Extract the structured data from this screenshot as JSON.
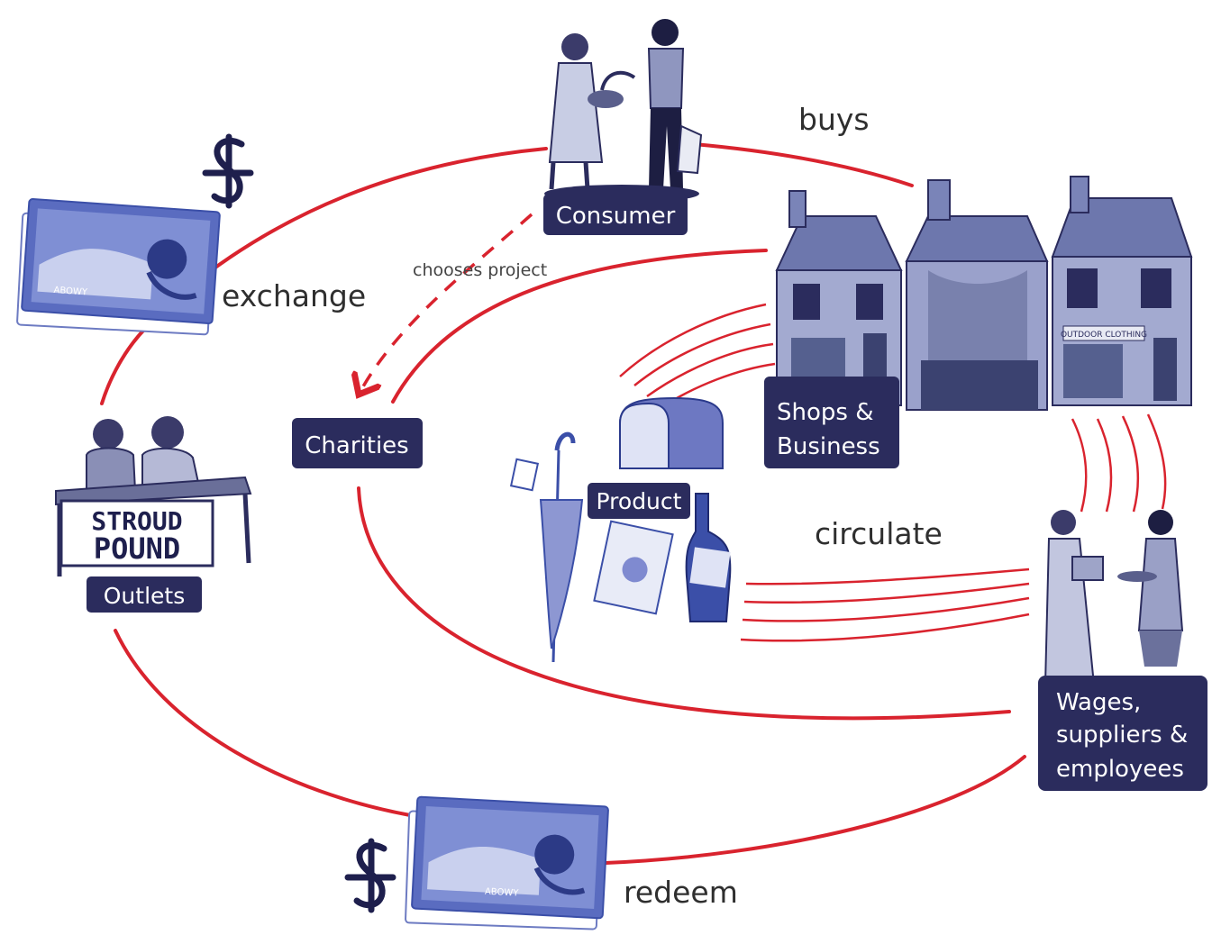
{
  "colors": {
    "loop": "#d9232e",
    "node_bg": "#2b2c5d",
    "illustration": "#3b4fa8",
    "illustration_light": "#7a86c6",
    "text": "#2f2f2f"
  },
  "nodes": {
    "consumer": "Consumer",
    "shops_line1": "Shops &",
    "shops_line2": "Business",
    "charities": "Charities",
    "product": "Product",
    "outlets": "Outlets",
    "wages_line1": "Wages,",
    "wages_line2": "suppliers &",
    "wages_line3": "employees"
  },
  "flow_labels": {
    "buys": "buys",
    "exchange": "exchange",
    "circulate": "circulate",
    "redeem": "redeem",
    "chooses_project": "chooses project"
  },
  "sign": {
    "line1": "STROUD",
    "line2": "POUND"
  },
  "banknote_text": "ABOWY",
  "shop_sign_text": "OUTDOOR CLOTHING",
  "icons": {
    "currency_symbol": "stroud-pound-symbol-icon",
    "banknote": "banknote-icon",
    "shops": "shopfronts-icon",
    "people": "people-icon",
    "product": "products-icon"
  }
}
